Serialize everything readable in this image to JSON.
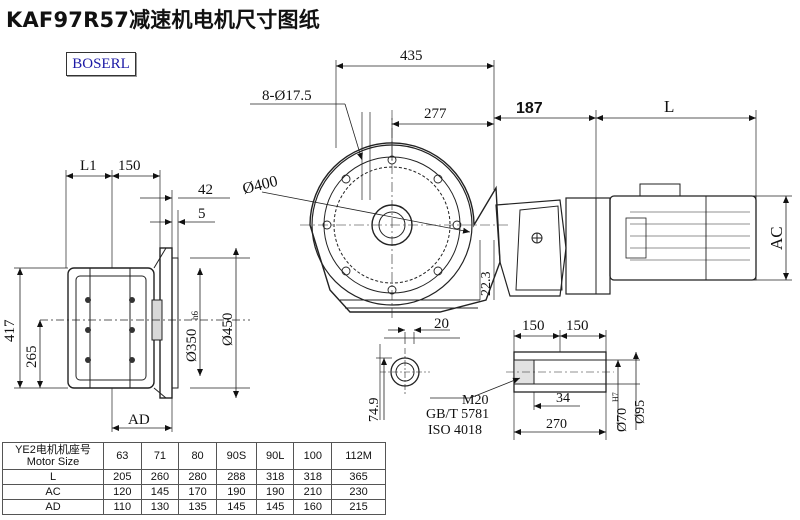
{
  "title": "KAF97R57减速机电机尺寸图纸",
  "brand": "BOSERL",
  "dims": {
    "d435": "435",
    "holes": "8-Ø17.5",
    "d277": "277",
    "d187": "187",
    "L": "L",
    "L1": "L1",
    "d150_top": "150",
    "d42": "42",
    "d5": "5",
    "d400": "Ø400",
    "d417": "417",
    "d265": "265",
    "d350": "Ø350",
    "d350_tol": "h6",
    "d450": "Ø450",
    "AD": "AD",
    "AC": "AC",
    "d22_3": "22.3",
    "d20": "20",
    "d74_9": "74.9",
    "d150a": "150",
    "d150b": "150",
    "m20": "M20",
    "gbt": "GB/T 5781",
    "iso": "ISO 4018",
    "d34": "34",
    "d270": "270",
    "d70": "Ø70",
    "d70_tol": "H7",
    "d95": "Ø95"
  },
  "table": {
    "header_label_1": "YE2电机机座号",
    "header_label_2": "Motor Size",
    "sizes": [
      "63",
      "71",
      "80",
      "90S",
      "90L",
      "100",
      "112M"
    ],
    "rows": [
      {
        "label": "L",
        "values": [
          "205",
          "260",
          "280",
          "288",
          "318",
          "318",
          "365"
        ]
      },
      {
        "label": "AC",
        "values": [
          "120",
          "145",
          "170",
          "190",
          "190",
          "210",
          "230"
        ]
      },
      {
        "label": "AD",
        "values": [
          "110",
          "130",
          "135",
          "145",
          "145",
          "160",
          "215"
        ]
      }
    ]
  }
}
